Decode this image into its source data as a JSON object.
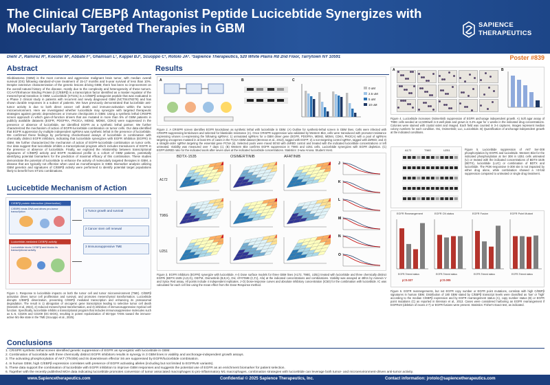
{
  "header": {
    "title": "The Clinical C/EBPβ Antagonist Peptide Lucicebtide Synergizes with Molecularly Targeted Therapies in GBM",
    "logo_line1": "SAPIENCE",
    "logo_line2": "THERAPEUTICS",
    "authors": "Diehl J¹, Ramirez R¹, Koester M¹, Abbate F¹, Ghamsari L¹, Kappel BJ¹, Scuoppo C¹, Rotolo JA¹. ¹Sapience Therapeutics, 520 White Plains Rd 2nd Floor, Tarrytown NY 10591",
    "poster_number": "Poster #839"
  },
  "abstract": {
    "heading": "Abstract",
    "text": "Glioblastoma (GBM) is the most common and aggressive malignant brain tumor, with median overall survival (OS) following standard-of-care treatment of 15-17 months and 5-year survival of less than 10%. Despite extensive characterization of the genetic lesions driving GBM, there has been no improvement on the overall natural history of the disease, mostly due to the complexity and heterogeneity of these tumors. CCAAT/Enhancer Binding Protein β (C/EBPβ) is a transcription factor identified as a master regulator of the mesenchymal transition in GBM. Lucicebtide (ST101) is a C/EBPβ antagonist peptide that was evaluated in a Phase 2 clinical study in patients with recurrent and newly diagnosed GBM (NCT04478279) and has shown durable responses in a subset of patients. We have previously demonstrated that lucicebtide anti-tumor activity is due to both direct cancer cell death and immune-activation within the tumor microenvironment. Here we investigated whether lucicebtide may synergize with targeted therapeutic strategies against genetic dependencies or immune checkpoints in GBM. Using a synthetic lethal CRISPR screen approach in which gain-of-function drivers that are mutated in more than 5% of GBM patients in publicly available datasets (EGFR, PDGFRA, PIK3CA, MDM2, MDM4, CDK4) were suppressed in the presence or absence of lucicebtide, we identified EGFR as a synthetic lethal partner. We further characterized the mechanism of action of EGFR-lucicebtide combination on tumor cells. Our data identified that EGFR suppression by multiple independent sgRNAs was synthetic lethal in the presence of lucicebtide. We confirmed these findings by performing checkerboard assays of lucicebtide in combination with chemically distinct EGFR inhibitors, indicating that lucicebtide synergizes with EGFR inhibition (EGFRi) in GBM. We further characterized the mechanism of action of EGFR-lucicebtide combination on tumor cells. Our data suggest that lucicebtide inhibits a transcriptional program which includes transducers of EGFR in the presence or absence of lucicebtide. Finally, we explored the relationship between transcriptional signatures of C/EBPβ activity and EGFR mutational profile in a cohort of GBM patients, potentially identifying potential biomarkers for the prediction of maximal efficacy of this combination. These studies demonstrate the potential of lucicebtide to enhance the activity of molecularly targeted therapies in GBM, a disease that are typically not effective when used as monotherapies in GBM. Biomarker analysis utilizing GBM genetics and signatures of C/EBPβ activity were performed to identify potential target populations likely to benefit from ST101 combinations."
  },
  "mechanism": {
    "heading": "Lucicebtide Mechanism of Action",
    "box1_title": "C/EBPβ protein interaction  (dimerization)",
    "box1_text": "C/EBPβ binds DNA and drives pro-tumor transcription",
    "box2_title": "Lucicebtide-mediated C/EBPβ activity",
    "box2_text": "Lucicebtide binds C/EBPβ and blocks its transcriptional activity",
    "list": [
      "1  Tumor growth and survival",
      "2  Cancer stem cell renewal",
      "3  Immunosuppressive TME"
    ],
    "caption": "Figure 1. Response to lucicebtide impacts on both the tumor cell and tumor microenvironment (TME). C/EBPβ activation drives tumor cell proliferation and survival, and promotes mesenchymal transformation. Lucicebtide disrupts C/EBPβ dimerization, preventing C/EBPβ mediated transcription and enhancing its proteasomal degradation. The result is 1) abrogation of oncogenic gene transcription leading to selective tumor cell death (Darvishi et al, 2022), 2) reduced mesenchymal transformation, and 3) inhibition of immunosuppressive myeloid cell function. Specifically, lucicebtide inhibits a transcriptional program that includes immunosuppressive molecules such as IL-6, CD206 and CD209 (DC-SIGN), resulting in potent repolarization of M2-type TAMs toward the immune-active M1-like state in the TME (Scuoppo et al., 2025)."
  },
  "results": {
    "heading": "Results",
    "fig2_caption": "Figure 2. A CRISPR screen identifies EGFR knockdown as synthetic lethal with lucicebtide in GBM. (A) Outline for synthetic-lethal screen in GBM lines. Cells were infected with CRISPR-suppressing lentiviruses and selected for blasticidin resistance (A). Once CRISPR suppression was validated by Western Blot, cells were transduced with promoter-resistance expressing viruses co-expressing the following sgRNAs: 1) unmutated sgRNAs for a GBM driver gene (EGFR, PDGFRA, MDM2, MDM4, CDK4, PIK3CA) with a pool of sgRNAs targeting oncogenes mutated in at least 5% of cases in the TCGA GBM dataset (Brennan et al., 2013), tagged with EGFP; 2) a non-targeting control sgRNA, tagged with dsRED; and 3) a straight-order sgRNA targeting the essential gene PCNA (ii). Selected pools were mixed 50:50 with dsRED control and treated with the indicated lucicebtide concentrations or left untreated. Viability was measured over 7 days (c). (B) Western Blot confirms EGFR suppression in T98G and U251 cells. Lucicebtide synergizes with EGFR depletion. (C) EGFP:dsRED ratio for the indicated pools after seven days at the indicated lucicebtide concentrations. Statistics: 2-way Anova, Student t-test.",
    "fig2_legend": [
      "0 uM",
      "2.5 uM",
      "5 uM",
      "10 uM"
    ],
    "fig3_col_headers": [
      "BDTX-1535",
      "OSIMERTINIB",
      "AFATINIB"
    ],
    "fig3_row_headers": [
      "A172",
      "T98G",
      "U251"
    ],
    "fig3_caption": "Figure 3. EGFR inhibitors (EGFRi) synergize with lucicebtide. A-I) Dose surface models for three GBM lines (A172, T98G, U251) treated with lucicebtide and three chemically distinct EGFRi (BDTX-1535 (A,D,G), OSITM, Osimertinib (B,E,H), Osi; AFATINIB (C,F,I), Afa) at the indicated concentrations and combinations. Viability was assayed at 48hrs by Annexin V and Sytox Red assay. All points include 4 independent replicates. J-O) Dose-response curves and absolute inhibitory concentration (IC50) for the combination with lucicebtide. IC was calculated for each cell line using the mean effect from the Dose-Response method.",
    "fig4_caption": "Figure 4. Lucicebtide increases Osimertinib suppression of EGFR anchorage independent growth. A) Soft agar assay of T98G cells seeded at 12,500/well in 6-well plate and grown in 0.4% agar for 1 weeks in the indicated drug concentrations. Colonies were stained with crystal violet and imaged. Each field was counted in 3-4 captures. Images represent median colony numbers for each condition. Osi, Osimertinib; Luc, Lucicebtide. B) Quantification of anchorage-independent growth at the indicated conditions.",
    "fig5_col_headers": [
      "A172",
      "T98G",
      "U251"
    ],
    "fig5_caption": "Figure 5. Lucicebtide suppression of AKT Ser-308 phosphorylation by EGFRi and lucicebtide. Western Blot for the indicated phosphorylation at Ser 308 in U251 cells untreated (U) or treated with the indicated concentrations of BDTX-1535 (BDTX), lucicebtide (LUC) or combination of BDTX and lucicebtide. The PI3K-responsive S-308 site is not impacted by either drug alone, while combination showed a >3-fold suppression compared to untreated or single drug treatment.",
    "fig6_chart_titles": [
      "EGFR Rearrangement",
      "EGFR CN status",
      "EGFR Fusion",
      "EGFR Point Mutant"
    ],
    "fig6_xlabel": "EGFR-Trimed status",
    "fig6_caption": "Figure 6. EGFR rearrangements, but not EGFR copy number or EGFR point mutations, correlate with high C/EBPβ signatures in human GBM. Distribution of 180 GBM stated by C/EBPβ transcript levels were classified as 'low' or 'high' according to the median C/EBPβ expression and by EGFR rearrangement status (A), copy number status (B) or EGFR point mutations (C) as reported in Brennan et al., 2013. Cases were considered harboring an EGFR rearrangement if EGFRvIII (deletion of exons 2-7) or EGFR-fusions were present. Statistics: Fisher's Exact test, as indicated.",
    "fig6_pvals": [
      "p=0.027",
      "p=0.005"
    ]
  },
  "conclusions": {
    "heading": "Conclusions",
    "items": [
      "1.  CRISPR synthetic lethal screen identified genetic suppression of EGFR as synergistic with lucicebtide in GBM.",
      "2.  Combination of lucicebtide with three chemically distinct EGFR inhibitors results in synergy in 3 GBM lines in viability and anchorage-independent growth assays.",
      "3.  The activating phosphorylation of AKT (Thr308) and its downstream effector S6 are suppressed by EGFR/lucicebtide combination.",
      "4.  In human GBM, high C/EBPβ expression correlates with presence of EGFR activating alleles (including but not limited to EGFRvIII variants).",
      "5.  These data support the combination of lucicebtide with EGFR inhibition to improve GBM responses and suggests the potential use of EGFR as an enrichment biomarker for patient selection.",
      "6.  Together with the recently published MOA data indicating lucicebtide promotes conversion of tumor associated macrophages to pro-inflammatory M1 macrophages, combination strategies with lucicebtide can leverage both tumor- and microenvironment-driven anti-tumor activity."
    ]
  },
  "footer": {
    "website": "www.Sapiencetherapeutics.com",
    "confidential": "Confidential © 2025 Sapience Therapeutics, Inc.",
    "contact": "Contact information: jrotolo@sapiencetherapeutics.com"
  },
  "colors": {
    "brand": "#1c3f7e",
    "accent": "#e07020",
    "bar_high": "#b5342c",
    "bar_low": "#7f7f7f"
  }
}
